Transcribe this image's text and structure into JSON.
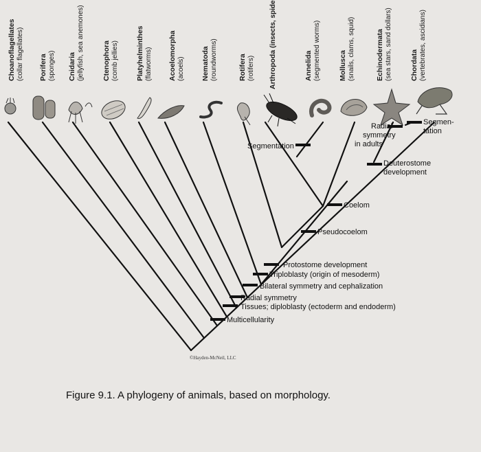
{
  "taxa": [
    {
      "name": "Choanoflagellates",
      "common": "(collar flagellates)"
    },
    {
      "name": "Porifera",
      "common": "(sponges)"
    },
    {
      "name": "Cnidaria",
      "common": "(jellyfish, sea anemones)"
    },
    {
      "name": "Ctenophora",
      "common": "(comb jellies)"
    },
    {
      "name": "Platyhelminthes",
      "common": "(flatworms)"
    },
    {
      "name": "Acoelomorpha",
      "common": "(acoels)"
    },
    {
      "name": "Nematoda",
      "common": "(roundworms)"
    },
    {
      "name": "Rotifera",
      "common": "(rotifers)"
    },
    {
      "name": "Arthropoda",
      "common": "(insects, spiders, crustaceans)"
    },
    {
      "name": "Annelida",
      "common": "(segmented worms)"
    },
    {
      "name": "Mollusca",
      "common": "(snails, clams, squid)"
    },
    {
      "name": "Echinodermata",
      "common": "(sea stars, sand dollars)"
    },
    {
      "name": "Chordata",
      "common": "(vertebrates, ascidians)"
    }
  ],
  "traits": {
    "multicellularity": "Multicellularity",
    "tissues": "Tissues; diploblasty (ectoderm and endoderm)",
    "radial_symmetry": "Radial symmetry",
    "bilateral": "Bilateral symmetry and cephalization",
    "triploblasty": "Triploblasty (origin of mesoderm)",
    "protostome": "Protostome development",
    "pseudocoelom": "Pseudocoelom",
    "coelom": "Coelom",
    "deuterostome": "Deuterostome development",
    "segmentation_left": "Segmentation",
    "radial_adults": [
      "Radial",
      "symmetry",
      "in adults"
    ],
    "segmentation_right": [
      "Segmen-",
      "tation"
    ]
  },
  "copyright": "©Hayden-McNeil, LLC",
  "caption": "Figure 9.1. A phylogeny of animals, based on morphology."
}
